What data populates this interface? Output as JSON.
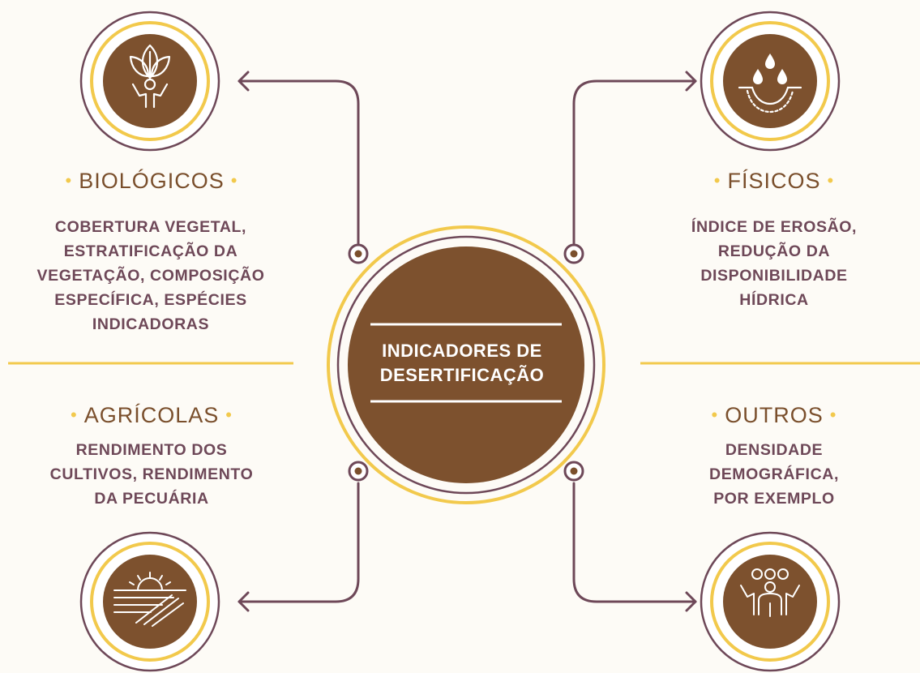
{
  "center": {
    "title_lines": [
      "INDICADORES DE",
      "DESERTIFICAÇÃO"
    ]
  },
  "categories": [
    {
      "id": "biologicos",
      "title": "BIOLÓGICOS",
      "icon": "plant-person-icon",
      "lines": [
        "COBERTURA VEGETAL,",
        "ESTRATIFICAÇÃO DA",
        "VEGETAÇÃO, COMPOSIÇÃO",
        "ESPECÍFICA, ESPÉCIES",
        "INDICADORAS"
      ]
    },
    {
      "id": "fisicos",
      "title": "FÍSICOS",
      "icon": "water-drops-icon",
      "lines": [
        "ÍNDICE DE EROSÃO,",
        "REDUÇÃO DA",
        "DISPONIBILIDADE",
        "HÍDRICA"
      ]
    },
    {
      "id": "agricolas",
      "title": "AGRÍCOLAS",
      "icon": "sunrise-field-icon",
      "lines": [
        "RENDIMENTO DOS",
        "CULTIVOS, RENDIMENTO",
        "DA PECUÁRIA"
      ]
    },
    {
      "id": "outros",
      "title": "OUTROS",
      "icon": "people-group-icon",
      "lines": [
        "DENSIDADE",
        "DEMOGRÁFICA,",
        "POR EXEMPLO"
      ]
    }
  ],
  "colors": {
    "brown": "#7a4f2c",
    "plum": "#6e4858",
    "yellow": "#f2c94c",
    "background": "#fdfbf6"
  }
}
